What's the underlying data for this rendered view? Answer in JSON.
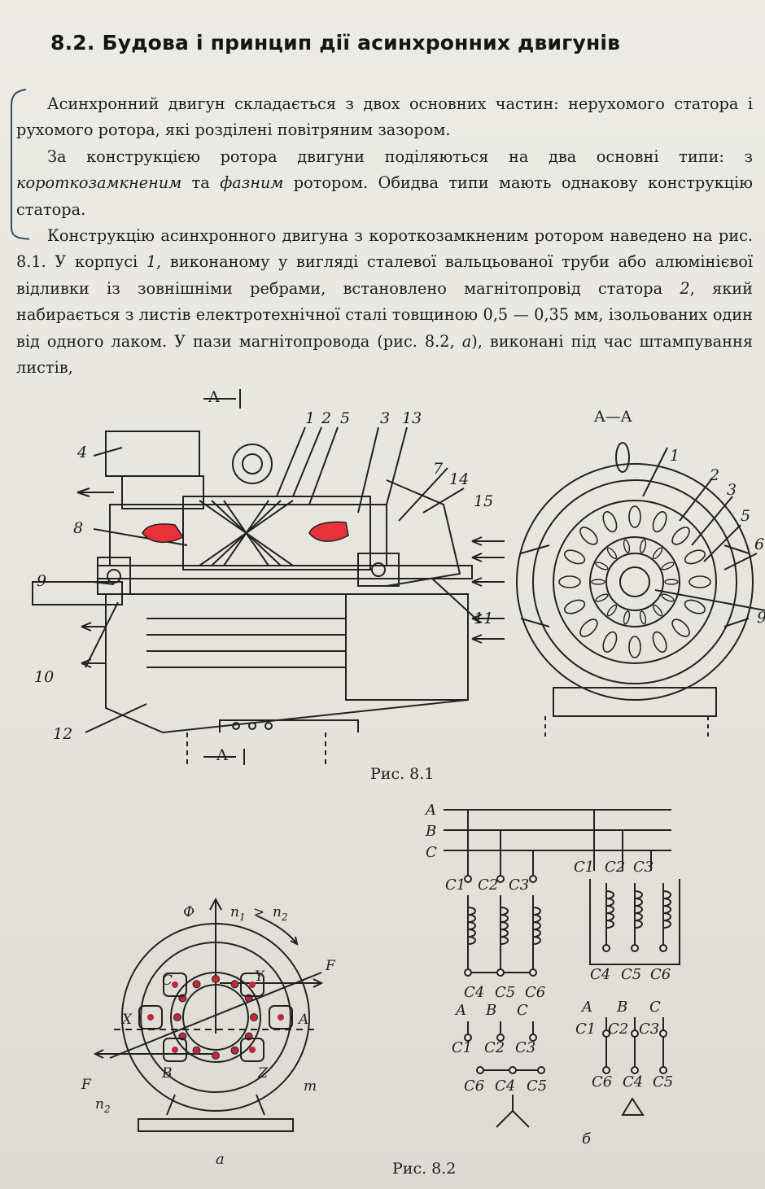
{
  "heading": "8.2. Будова і принцип дії асинхронних двигунів",
  "paragraphs": {
    "p1": "Асинхронний двигун складається з двох основних частин: нерухомого статора і рухомого ротора, які розділені повітряним зазором.",
    "p2_a": "За конструкцією ротора двигуни поділяються на два основні типи: з ",
    "p2_em1": "короткозамкненим",
    "p2_b": " та ",
    "p2_em2": "фазним",
    "p2_c": " ротором. Обидва типи мають однакову конструкцію статора.",
    "p3_a": "Конструкцію асинхронного двигуна з короткозамкненим ротором наведено на рис. 8.1. У корпусі ",
    "p3_n1": "1",
    "p3_b": ", виконаному у вигляді сталевої вальцьованої труби або алюмінієвої відливки із зовнішніми ребрами, встановлено магнітопровід статора ",
    "p3_n2": "2",
    "p3_c": ", який набирається з листів електротехнічної сталі товщиною 0,5 — 0,35 мм, ізольованих один від одного лаком. У пази магнітопровода (рис. 8.2, ",
    "p3_n3": "а",
    "p3_d": "), виконані під час штампування листів,"
  },
  "fig1": {
    "caption": "Рис. 8.1",
    "section_mark": "A",
    "section_title": "A—A",
    "labels": [
      "1",
      "2",
      "5",
      "3",
      "13",
      "4",
      "7",
      "14",
      "15",
      "8",
      "9",
      "10",
      "11",
      "12"
    ],
    "section_labels": [
      "1",
      "2",
      "3",
      "5",
      "6",
      "9"
    ]
  },
  "fig2": {
    "caption": "Рис. 8.2",
    "sub_a": "а",
    "sub_b": "б",
    "flux": "Ф",
    "speed_n1": "n",
    "sub1": "1",
    "gt": ">",
    "speed_n2": "n",
    "sub2": "2",
    "force": "F",
    "moment": "m",
    "poles": [
      "A",
      "B",
      "C",
      "X",
      "Y",
      "Z"
    ],
    "phases": [
      "A",
      "B",
      "C"
    ],
    "terminals_top": [
      "C1",
      "C2",
      "C3"
    ],
    "terminals_bottom": [
      "C4",
      "C5",
      "C6"
    ],
    "terminals_star": [
      "C6",
      "C4",
      "C5"
    ],
    "star_symbol": "⅄",
    "delta_symbol": "△"
  },
  "colors": {
    "highlight": "#e8323a",
    "ink": "#1e1e1e",
    "paper": "#ebe9e3"
  }
}
